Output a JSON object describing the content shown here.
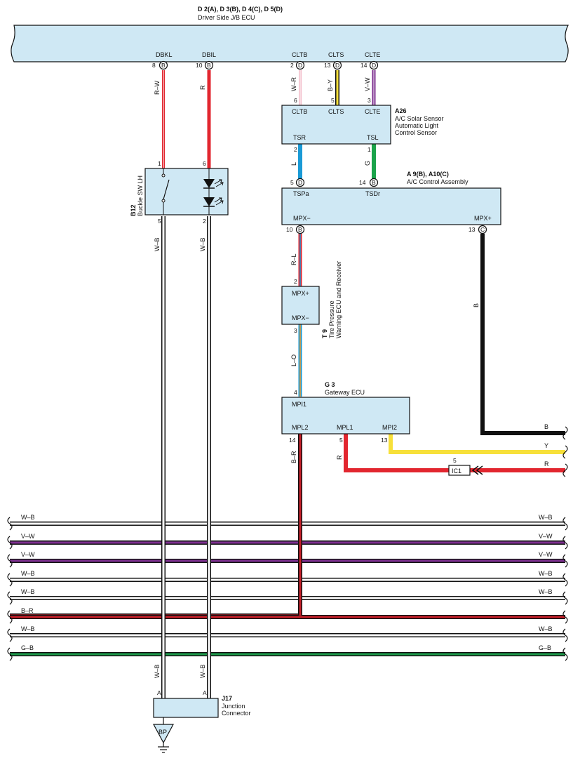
{
  "top_ecu": {
    "code": "D 2(A), D 3(B), D 4(C), D 5(D)",
    "name": "Driver Side J/B ECU"
  },
  "top_pins": [
    {
      "label": "DBKL",
      "num": "8",
      "conn": "B"
    },
    {
      "label": "DBIL",
      "num": "10",
      "conn": "B"
    },
    {
      "label": "CLTB",
      "num": "2",
      "conn": "D"
    },
    {
      "label": "CLTS",
      "num": "13",
      "conn": "D"
    },
    {
      "label": "CLTE",
      "num": "14",
      "conn": "D"
    }
  ],
  "a26": {
    "code": "A26",
    "name_lines": [
      "A/C Solar Sensor",
      "Automatic Light",
      "Control Sensor"
    ],
    "terminals": [
      "CLTB",
      "CLTS",
      "CLTE",
      "TSR",
      "TSL"
    ],
    "pins_top": [
      "6",
      "5",
      "3"
    ],
    "pins_bottom": [
      "2",
      "1"
    ]
  },
  "a9": {
    "code": "A 9(B), A10(C)",
    "name": "A/C Control Assembly",
    "terminals": [
      "TSPa",
      "TSDr",
      "MPX−",
      "MPX+"
    ],
    "pins_in": [
      {
        "num": "5",
        "conn": "D"
      },
      {
        "num": "14",
        "conn": "B"
      }
    ],
    "pins_out": [
      {
        "num": "10",
        "conn": "B"
      },
      {
        "num": "13",
        "conn": "C"
      }
    ]
  },
  "b12": {
    "code": "B12",
    "name": "Buckle SW LH",
    "pins_top": [
      "1",
      "6"
    ],
    "pins_bottom": [
      "5",
      "2"
    ]
  },
  "t9": {
    "code": "T 9",
    "name_lines": [
      "Tire Pressure",
      "Warning ECU and Receiver"
    ],
    "terminals": [
      "MPX+",
      "MPX−"
    ],
    "pins": [
      "2",
      "3"
    ]
  },
  "g3": {
    "code": "G 3",
    "name": "Gateway ECU",
    "terminals": [
      "MPI1",
      "MPL2",
      "MPL1",
      "MPI2"
    ],
    "pins": [
      "4",
      "14",
      "5",
      "13"
    ]
  },
  "j17": {
    "code": "J17",
    "name_lines": [
      "Junction",
      "Connector"
    ],
    "pins": [
      "A",
      "A"
    ]
  },
  "ground": {
    "label": "BP"
  },
  "ic": {
    "label": "IC1",
    "pin": "5"
  },
  "wire_labels": {
    "rw": "R–W",
    "r": "R",
    "wr": "W–R",
    "by": "B–Y",
    "vw": "V–W",
    "l": "L",
    "g": "G",
    "rl": "R–L",
    "lo": "L–O",
    "b": "B",
    "br": "B–R",
    "wb": "W–B",
    "y": "Y"
  },
  "bus_wires": [
    {
      "left": "W–B",
      "right": "W–B",
      "color": "#ffffff"
    },
    {
      "left": "V–W",
      "right": "V–W",
      "color": "#7d2f8f"
    },
    {
      "left": "V–W",
      "right": "V–W",
      "color": "#7d2f8f"
    },
    {
      "left": "W–B",
      "right": "W–B",
      "color": "#ffffff"
    },
    {
      "left": "W–B",
      "right": "W–B",
      "color": "#ffffff"
    },
    {
      "left": "B–R",
      "right": "",
      "color": "#c8202a"
    },
    {
      "left": "W–B",
      "right": "W–B",
      "color": "#ffffff"
    },
    {
      "left": "G–B",
      "right": "G–B",
      "color": "#1d9a4a"
    }
  ],
  "right_wires": [
    "B",
    "Y",
    "R"
  ],
  "colors": {
    "box_fill": "#cfe8f4",
    "red": "#e2262f",
    "black": "#111111",
    "yellow": "#f7e03a",
    "purple": "#7d2f8f",
    "green": "#1aa34a",
    "blue": "#1a9ad6",
    "pink": "#f2b8c6"
  }
}
